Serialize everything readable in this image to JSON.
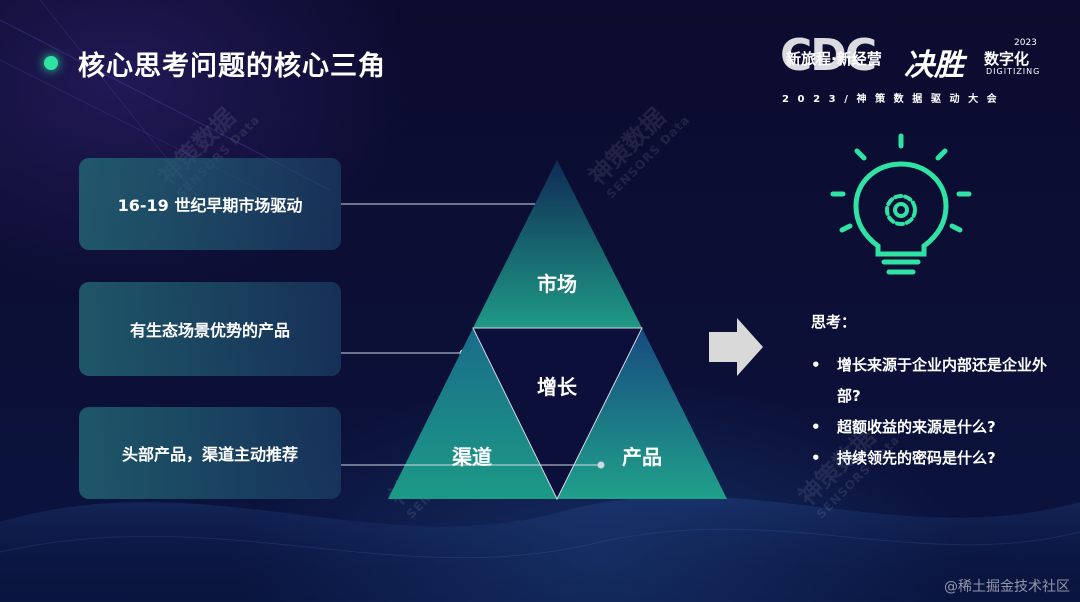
{
  "title": "核心思考问题的核心三角",
  "logo": {
    "main": "CDC",
    "slogan": "新旅程·新经营",
    "decide": "决胜",
    "digitize": "数字化",
    "year": "2023",
    "digitize_en": "DIGITIZING",
    "conference": "2023/神策数据驱动大会"
  },
  "stages": [
    {
      "label": "16-19 世纪早期市场驱动"
    },
    {
      "label": "有生态场景优势的产品"
    },
    {
      "label": "头部产品，渠道主动推荐"
    }
  ],
  "triangle": {
    "market": "市场",
    "growth": "增长",
    "channel": "渠道",
    "product": "产品"
  },
  "thinking": {
    "heading": "思考：",
    "bullet_char": "•",
    "items": [
      "增长来源于企业内部还是企业外部?",
      "超额收益的来源是什么?",
      "持续领先的密码是什么?"
    ]
  },
  "watermark": {
    "cn": "神策数据",
    "en": "SENSORS Data"
  },
  "footer": "@稀土掘金技术社区",
  "colors": {
    "accent": "#2fe3a5",
    "triangle_top": "#1e8a7a",
    "arrow": "#d9d9d9"
  }
}
